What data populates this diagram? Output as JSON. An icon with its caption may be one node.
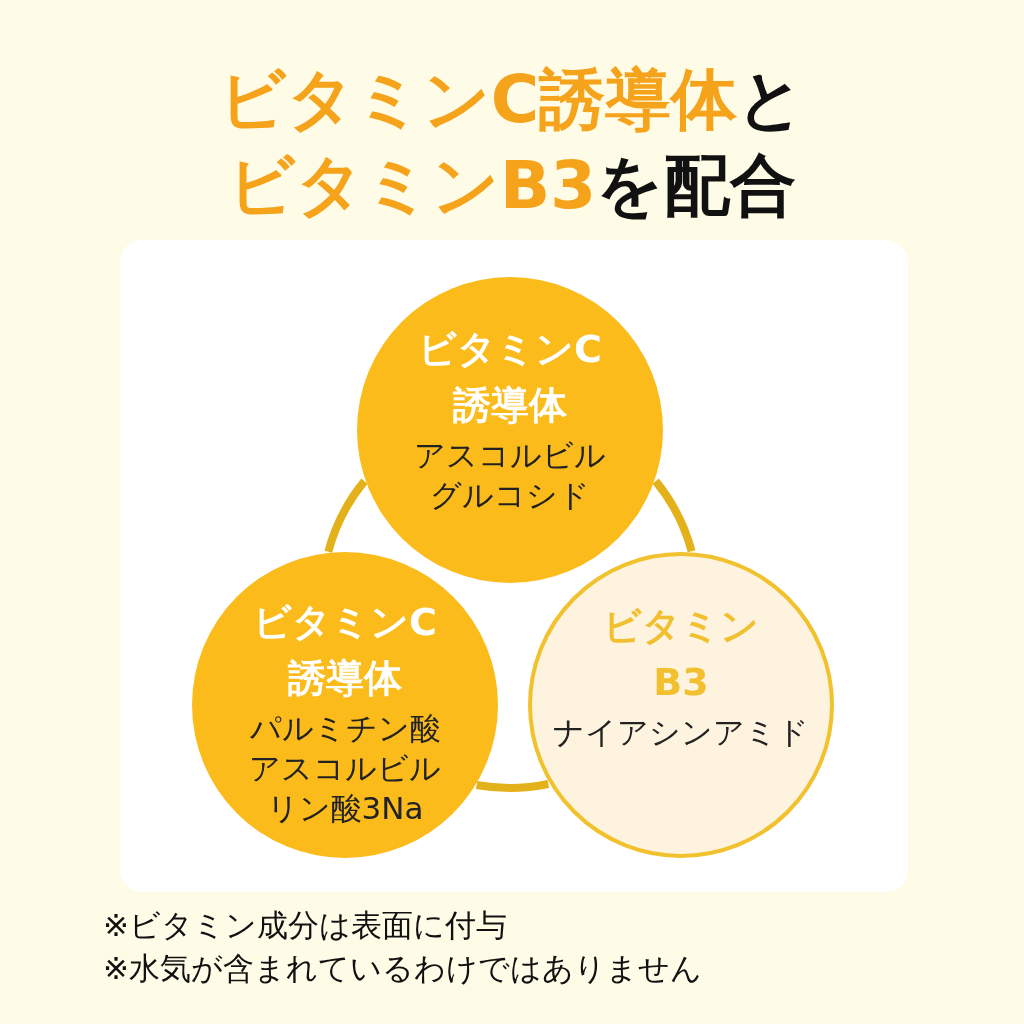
{
  "diagram": {
    "title": "**ビタミンC誘導体**と**ビタミンB3**を配合",
    "nodes": [
      {
        "text": [
          "ビタミンC誘導体",
          "アスコルビルグルコシド"
        ]
      },
      {
        "text": [
          "ビタミンC誘導体",
          "パルミチン酸アスコルビルリン酸3Na"
        ]
      },
      {
        "text": [
          "ビタミンB3",
          "ナイアシンアミド"
        ]
      }
    ],
    "edges": [
      {
        "from": 0,
        "to": 1,
        "arrow": "none"
      },
      {
        "from": 1,
        "to": 2,
        "arrow": "none"
      },
      {
        "from": 2,
        "to": 0,
        "arrow": "none"
      }
    ],
    "labels": [
      "※ビタミン成分は表面に付与",
      "※水気が含まれているわけではありません"
    ]
  }
}
